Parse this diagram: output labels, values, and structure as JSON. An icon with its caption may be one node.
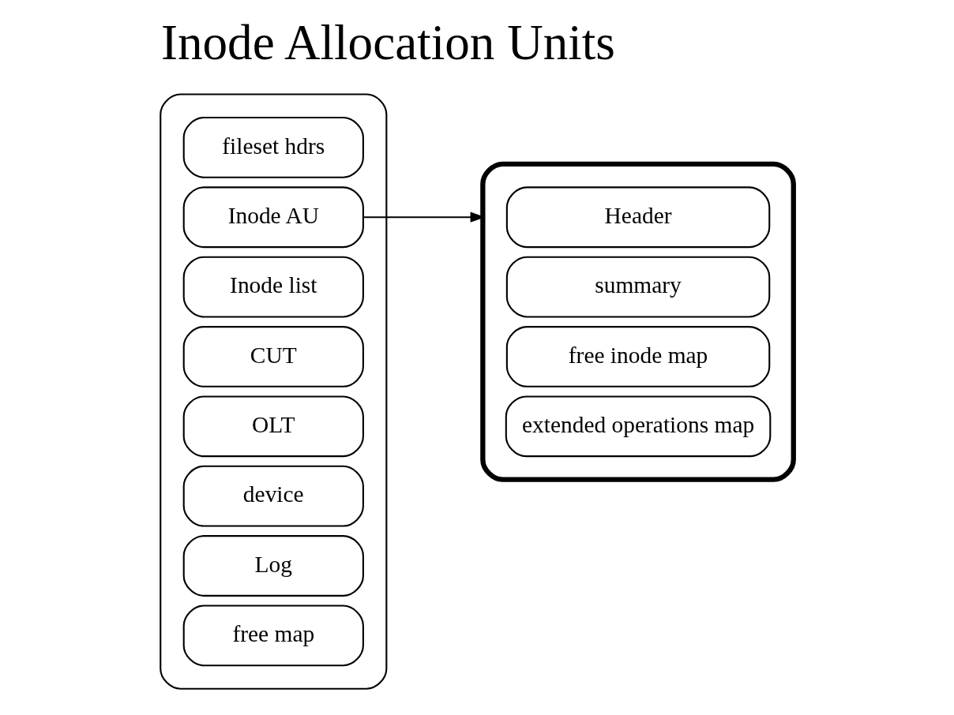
{
  "diagram": {
    "title": "Inode Allocation Units",
    "nodes": [
      {
        "text": [],
        "shape": "box"
      },
      {
        "text": [
          "fileset hdrs"
        ],
        "in": 0
      },
      {
        "text": [
          "Inode AU"
        ],
        "in": 0
      },
      {
        "text": [
          "Inode list"
        ],
        "in": 0
      },
      {
        "text": [
          "CUT"
        ],
        "in": 0
      },
      {
        "text": [
          "OLT"
        ],
        "in": 0
      },
      {
        "text": [
          "device"
        ],
        "in": 0
      },
      {
        "text": [
          "Log"
        ],
        "in": 0
      },
      {
        "text": [
          "free map"
        ],
        "in": 0
      },
      {
        "text": [],
        "shape": "box"
      },
      {
        "text": [
          "Header"
        ],
        "in": 9
      },
      {
        "text": [
          "summary"
        ],
        "in": 9
      },
      {
        "text": [
          "free inode map"
        ],
        "in": 9
      },
      {
        "text": [
          "extended operations map"
        ],
        "in": 9
      }
    ],
    "edges": [
      {
        "from": 2,
        "to": 9,
        "arrow": "to"
      }
    ]
  }
}
